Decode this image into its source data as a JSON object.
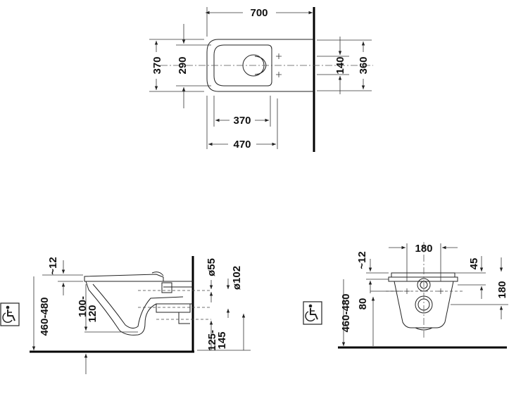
{
  "diagram": {
    "top_view": {
      "width_overall": "700",
      "seat_width": "370",
      "bowl_width": "290",
      "fixing_spacing": "140",
      "mount_width": "360",
      "front_to_center": "370",
      "depth_to_wall": "470"
    },
    "side_view": {
      "seat_offset": "~12",
      "height_range": "460-480",
      "outlet_height": "100-\n120",
      "outlet_height_line1": "100-",
      "outlet_height_line2": "120",
      "inlet_diameter": "ø55",
      "outlet_diameter": "ø102",
      "bottom_offset_line1": "125-",
      "bottom_offset_line2": "145"
    },
    "front_view": {
      "bolt_spacing": "180",
      "seat_offset": "~12",
      "top_offset": "45",
      "height_range": "460-480",
      "bolt_height": "80",
      "bolt_to_top": "180"
    },
    "icons": [
      "wheelchair-accessible-icon",
      "wheelchair-accessible-icon"
    ]
  }
}
